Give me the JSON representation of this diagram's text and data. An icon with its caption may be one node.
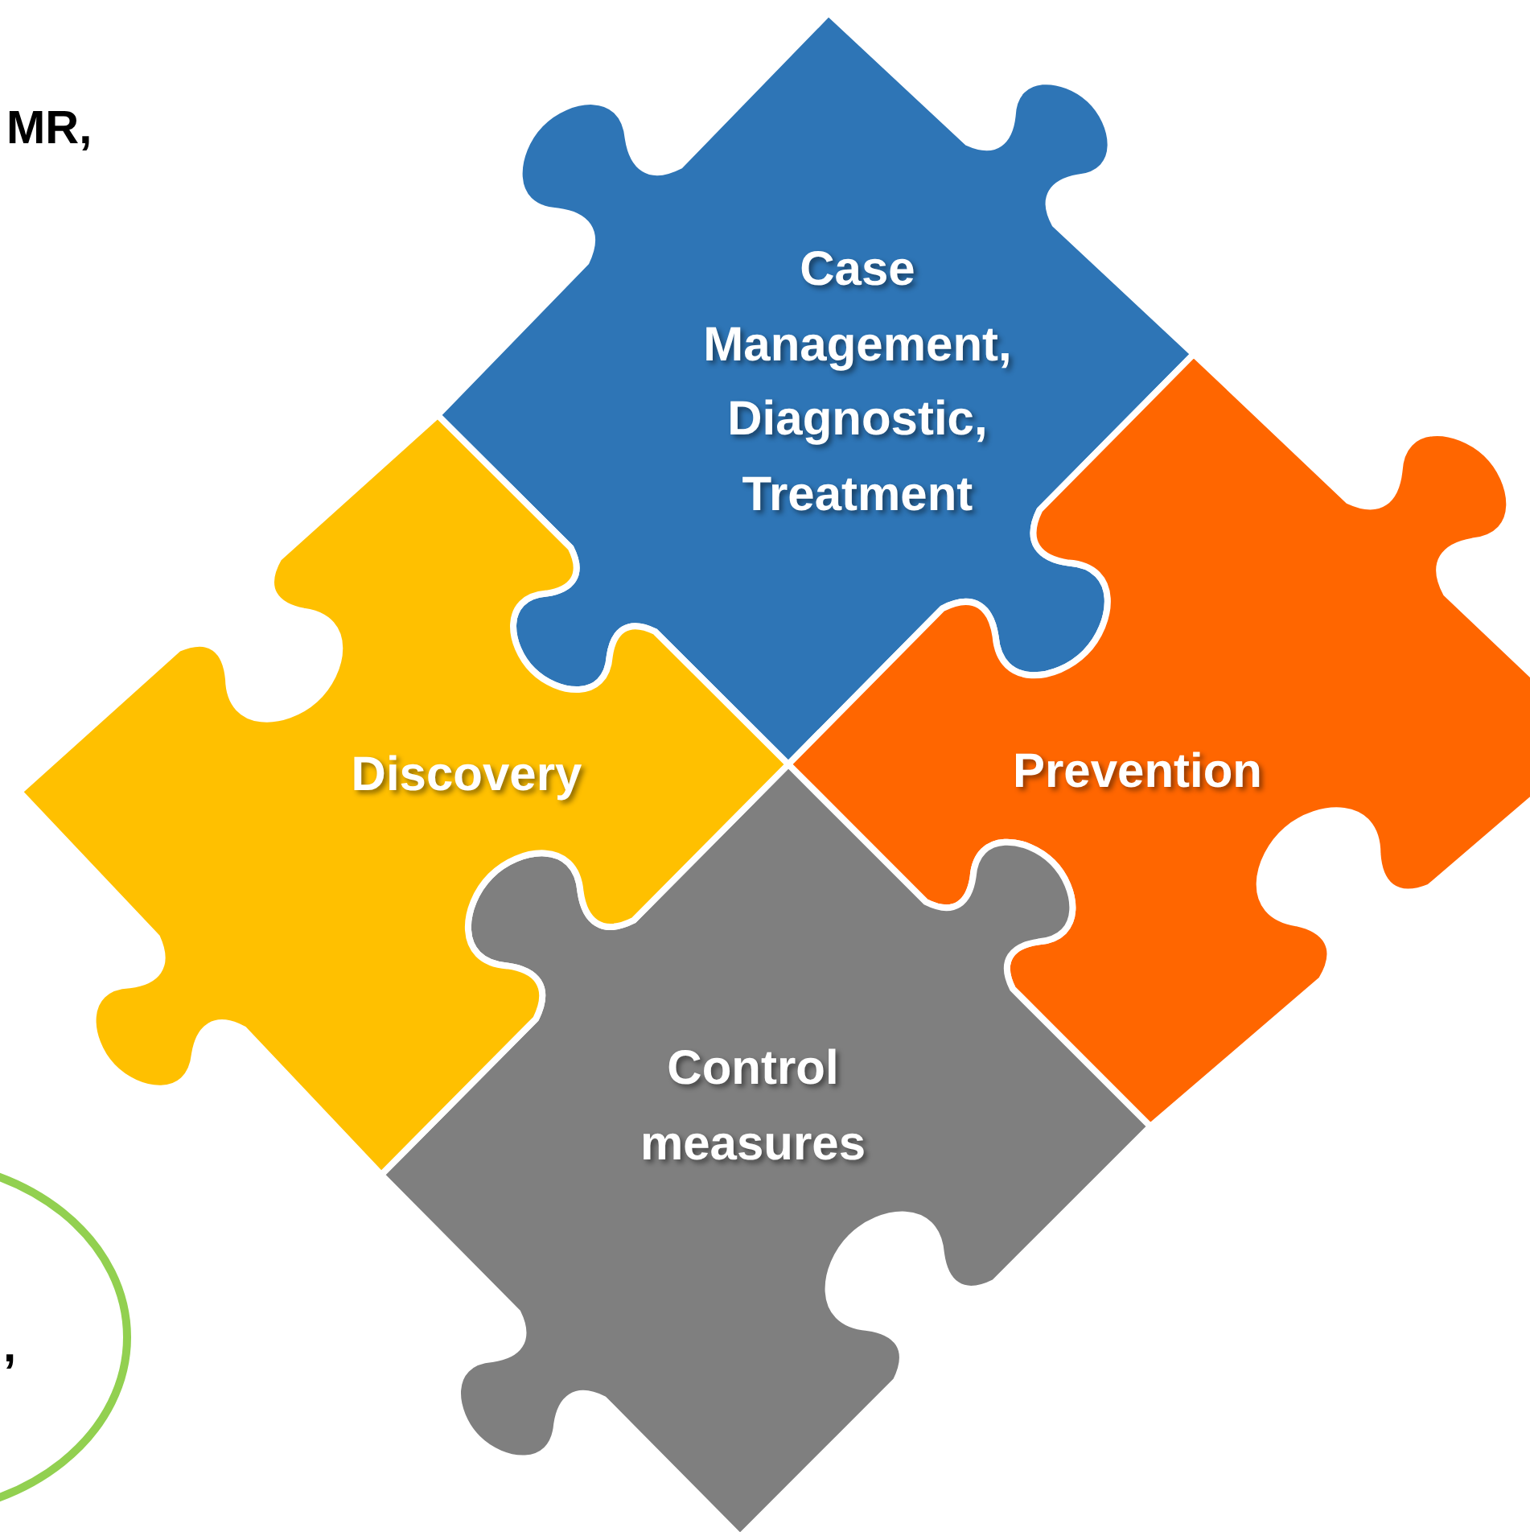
{
  "diagram": {
    "nodes": [
      {
        "text": [
          "Case Management, Diagnostic, Treatment"
        ]
      },
      {
        "text": [
          "Prevention"
        ]
      },
      {
        "text": [
          "Control measures"
        ]
      },
      {
        "text": [
          "Discovery"
        ]
      },
      {
        "text": [
          ","
        ]
      }
    ],
    "edges": [],
    "labels": [
      "MR,"
    ]
  }
}
